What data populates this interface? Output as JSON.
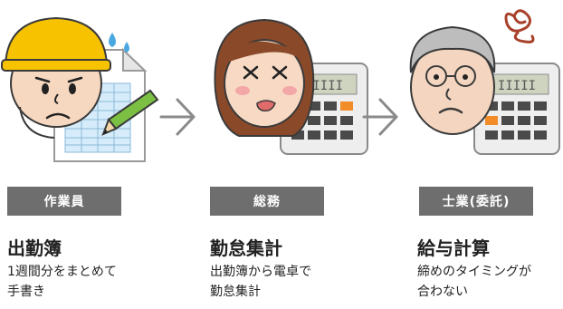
{
  "columns": [
    {
      "role": "作業員",
      "title": "出勤簿",
      "description": "1週間分をまとめて\n手書き",
      "icons": [
        "worker-with-helmet-icon",
        "timesheet-icon",
        "pencil-icon"
      ]
    },
    {
      "role": "総務",
      "title": "勤怠集計",
      "description": "出勤簿から電卓で\n勤怠集計",
      "icons": [
        "tired-woman-icon",
        "calculator-icon"
      ]
    },
    {
      "role": "士業(委託)",
      "title": "給与計算",
      "description": "締めのタイミングが\n合わない",
      "icons": [
        "confused-old-man-icon",
        "calculator-icon"
      ]
    }
  ],
  "colors": {
    "helmet": "#f7c300",
    "label_bg": "#6e6e6e",
    "arrow": "#8a8a8a",
    "pencil": "#7cc043"
  }
}
